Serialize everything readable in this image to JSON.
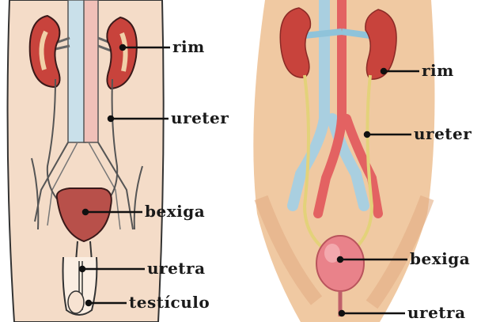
{
  "left_figure": {
    "labels": {
      "kidney": "rim",
      "ureter": "ureter",
      "bladder": "bexiga",
      "urethra": "uretra",
      "testicle": "testículo"
    }
  },
  "right_figure": {
    "labels": {
      "kidney": "rim",
      "ureter": "ureter",
      "bladder": "bexiga",
      "urethra": "uretra"
    }
  },
  "colors": {
    "skin_left": "#f4dcc8",
    "skin_right": "#f0c9a2",
    "kidney": "#c8433c",
    "aorta": "#e8b4b0",
    "vena_cava": "#a9cfe0",
    "ureter_right": "#e3d27a",
    "bladder": "#b8504a",
    "bladder_right": "#e9828a"
  }
}
